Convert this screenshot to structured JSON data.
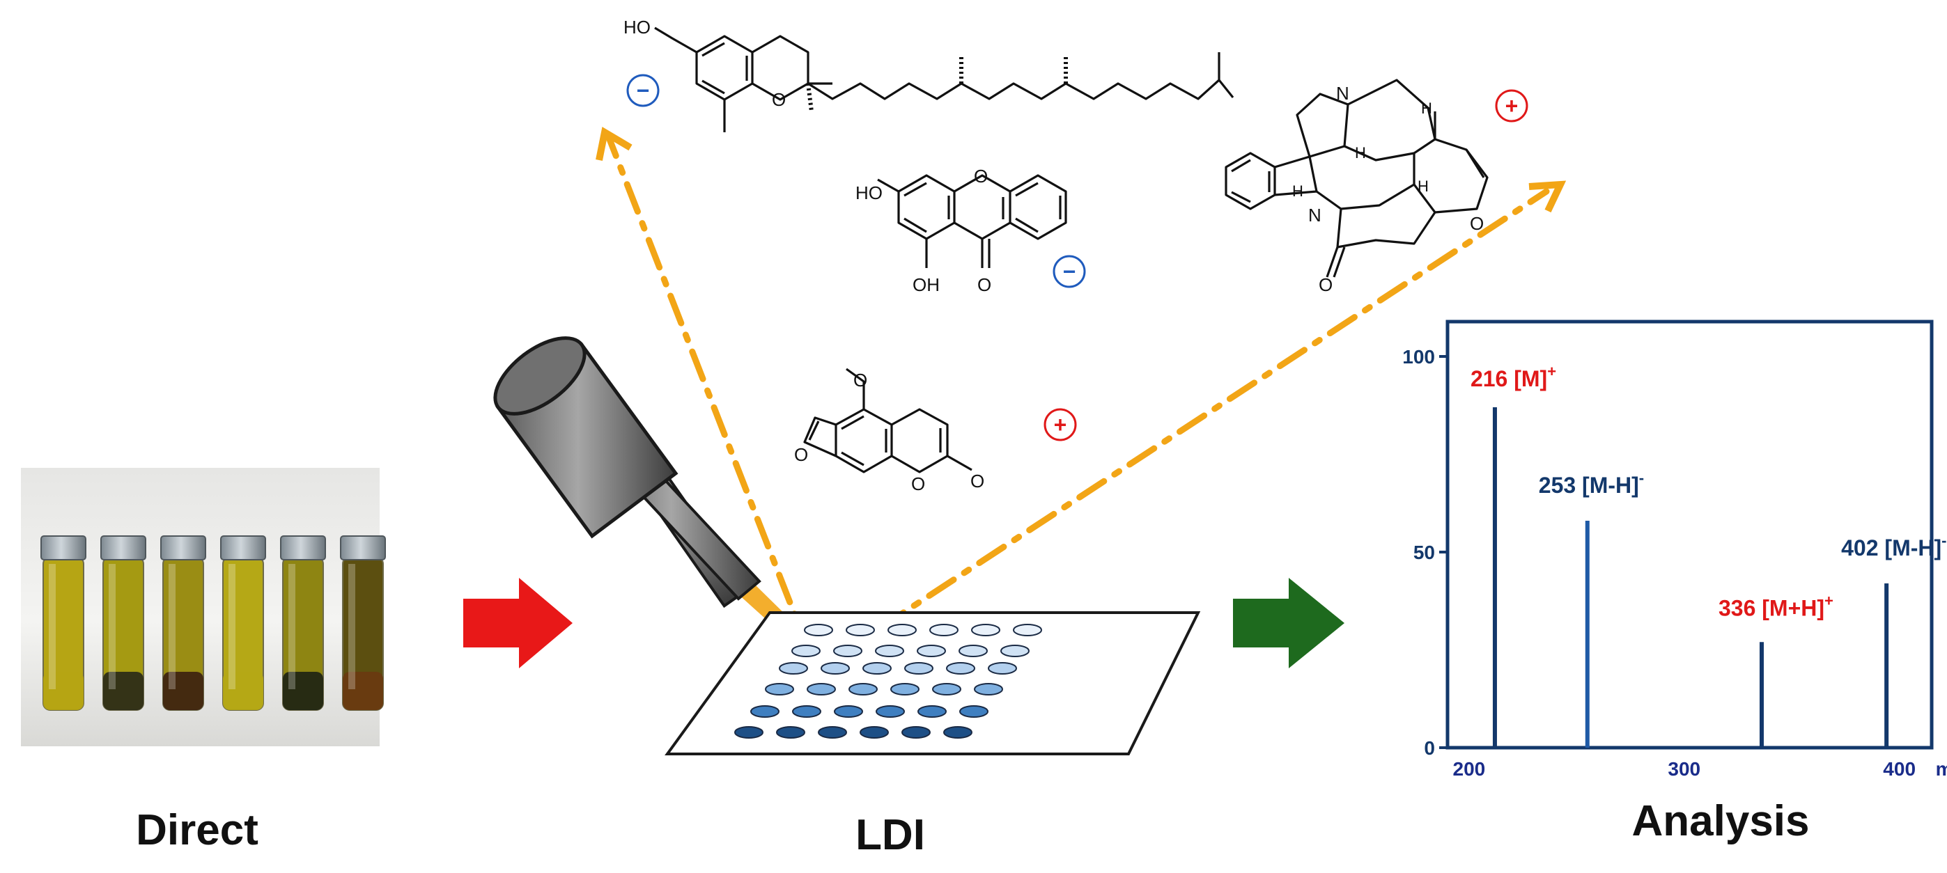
{
  "stages": {
    "direct": "Direct",
    "ldi": "LDI",
    "analysis": "Analysis"
  },
  "molecules": {
    "tocopherol": {
      "ho": "HO",
      "o": "O",
      "charge": "−"
    },
    "chrysin": {
      "ho1": "HO",
      "o1": "O",
      "oh": "OH",
      "o2": "O",
      "charge": "−"
    },
    "methoxypsoralen": {
      "o1": "O",
      "o2": "O",
      "o3": "O",
      "o4": "O",
      "charge": "+"
    },
    "strychnine": {
      "n1": "N",
      "n2": "N",
      "h1": "H",
      "h2": "H",
      "h3": "H",
      "h4": "H",
      "o1": "O",
      "o2": "O",
      "charge": "+"
    }
  },
  "vials": {
    "count": 6,
    "liquid_colors": [
      "#b6a514",
      "#a59a12",
      "#9a8d14",
      "#b5a816",
      "#8e8512",
      "#5c4f10"
    ],
    "sediment_colors": [
      "#b6a514",
      "#2a2a18",
      "#3d2210",
      "#b5a816",
      "#1e2414",
      "#6a3a10"
    ]
  },
  "plate": {
    "rows": 6,
    "cols": 6,
    "row_colors": [
      "#e9f1fa",
      "#d0e2f4",
      "#b3d0ee",
      "#7fb0e0",
      "#3f7fc0",
      "#1d4f86"
    ]
  },
  "colors": {
    "arrow_red": "#e81818",
    "arrow_green": "#1e6a1e",
    "beam": "#f2a516",
    "negative": "#1f5bbd",
    "positive": "#e01818",
    "chart_frame": "#13386b",
    "axis_text": "#1a2c8a"
  },
  "chart_data": {
    "type": "bar",
    "xlabel": "m/z",
    "xlim": [
      190,
      415
    ],
    "ylim": [
      0,
      100
    ],
    "x_ticks": [
      "200",
      "300",
      "400"
    ],
    "y_ticks": [
      "100",
      "50",
      "0"
    ],
    "peaks": [
      {
        "mz": 212,
        "intensity": 87,
        "label": "216 [M]",
        "charge": "+",
        "color": "#e01818",
        "bar_color": "#13386b"
      },
      {
        "mz": 255,
        "intensity": 58,
        "label": "253 [M-H]",
        "charge": "-",
        "color": "#13386b",
        "bar_color": "#1f5aa6"
      },
      {
        "mz": 336,
        "intensity": 27,
        "label": "336 [M+H]",
        "charge": "+",
        "color": "#e01818",
        "bar_color": "#13386b"
      },
      {
        "mz": 394,
        "intensity": 42,
        "label": "402 [M-H]",
        "charge": "-",
        "color": "#13386b",
        "bar_color": "#13386b"
      }
    ]
  }
}
